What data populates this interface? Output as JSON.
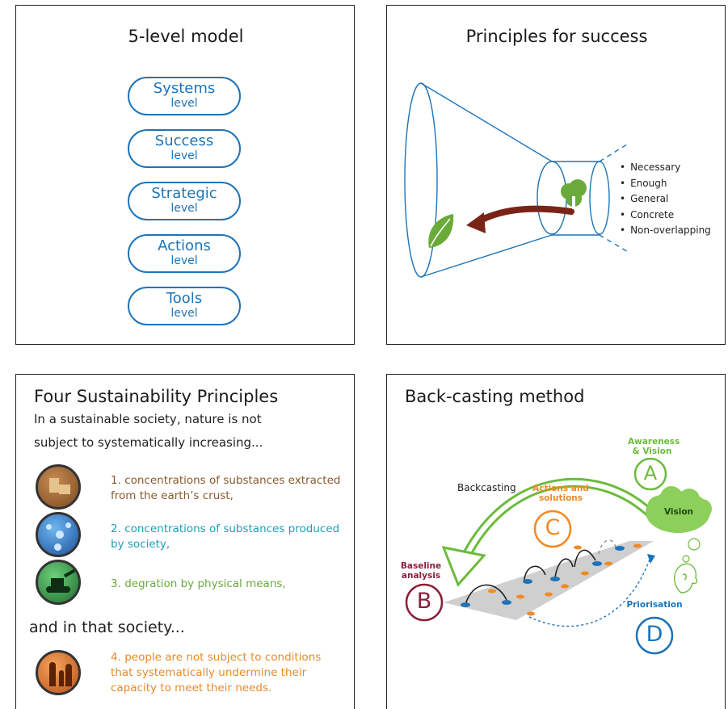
{
  "panel1": {
    "title": "5-level model",
    "levels": [
      {
        "name": "Systems",
        "sub": "level"
      },
      {
        "name": "Success",
        "sub": "level"
      },
      {
        "name": "Strategic",
        "sub": "level"
      },
      {
        "name": "Actions",
        "sub": "level"
      },
      {
        "name": "Tools",
        "sub": "level"
      }
    ]
  },
  "panel2": {
    "title": "Principles for success",
    "bullets": [
      "Necessary",
      "Enough",
      "General",
      "Concrete",
      "Non-overlapping"
    ]
  },
  "panel3": {
    "title": "Four Sustainability Principles",
    "intro_line1": "In a sustainable society, nature is not",
    "intro_line2": "subject to systematically increasing...",
    "principles": [
      {
        "num": "1.",
        "text": "concentrations of substances extracted from the earth’s crust,",
        "color": "#8a5a2b"
      },
      {
        "num": "2.",
        "text": "concentrations of substances produced by society,",
        "color": "#1aa0b8"
      },
      {
        "num": "3.",
        "text": "degration by physical means,",
        "color": "#6aaa3a"
      }
    ],
    "and_text": "and in that society...",
    "principle4": {
      "num": "4.",
      "text": "people are not subject to conditions that systematically undermine their capacity to meet their needs.",
      "color": "#e88a2a"
    }
  },
  "panel4": {
    "title": "Back-casting method",
    "label_awareness": "Awareness & Vision",
    "letter_a": "A",
    "label_backcasting": "Backcasting",
    "label_actions": "Actions and solutions",
    "letter_c": "C",
    "label_vision": "Vision",
    "label_baseline": "Baseline analysis",
    "letter_b": "B",
    "label_priorisation": "Priorisation",
    "letter_d": "D",
    "colors": {
      "a": "#6cbb3c",
      "b": "#8a1f3a",
      "c": "#f08a24",
      "d": "#1e74b8"
    }
  },
  "icons": {
    "panel2": [
      "funnel-icon",
      "leaf-icon",
      "tree-icon"
    ],
    "panel3": [
      "mining-cart-icon",
      "molecule-icon",
      "bulldozer-icon",
      "family-icon"
    ],
    "panel4": [
      "vision-cloud-icon",
      "thinking-head-icon"
    ]
  }
}
